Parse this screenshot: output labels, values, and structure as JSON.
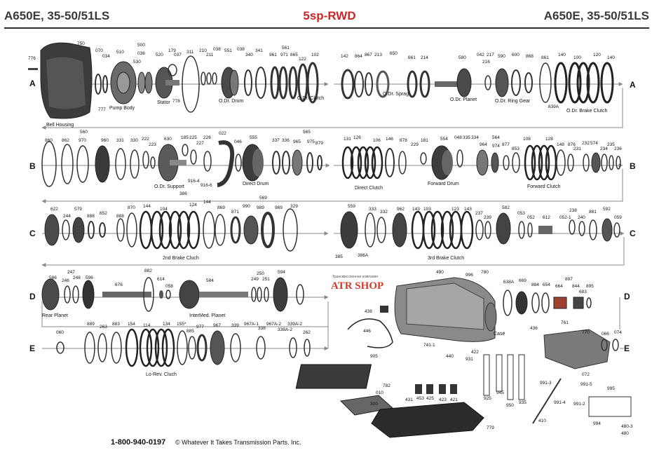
{
  "header": {
    "left_model": "A650E, 35-50/51LS",
    "center_type": "5sp-RWD",
    "right_model": "A650E, 35-50/51LS"
  },
  "row_labels": [
    "A",
    "B",
    "C",
    "D",
    "E"
  ],
  "footer": {
    "phone": "1-800-940-0197",
    "copyright": "© Whatever It Takes Transmission Parts. Inc."
  },
  "watermark": {
    "tagline": "Трансмиссионная компания",
    "brand": "ATR SHOP"
  },
  "colors": {
    "title_red": "#c8282a",
    "part_dark": "#333333",
    "arrow_gray": "#8a8a8a"
  },
  "row_a": {
    "part_numbers": [
      "776",
      "750",
      "070",
      "034",
      "510",
      "500",
      "036",
      "530",
      "520",
      "179",
      "037",
      "311",
      "210",
      "211",
      "038",
      "551",
      "038",
      "340",
      "341",
      "561",
      "961",
      "971",
      "865",
      "122",
      "102",
      "142",
      "864",
      "867",
      "213",
      "650",
      "661",
      "214",
      "580",
      "042",
      "216",
      "217",
      "590",
      "600",
      "868",
      "861",
      "140",
      "100",
      "120",
      "140",
      "777",
      "778",
      "639A"
    ],
    "group_labels": [
      "Bell Housing",
      "Pump Body",
      "Stator",
      "O.Dr. Drum",
      "O.Dr. Clutch",
      "O.Dr. Sprag",
      "O.Dr. Planet",
      "O.Dr. Ring Gear",
      "O.Dr. Brake Clutch"
    ]
  },
  "row_b": {
    "part_numbers": [
      "860",
      "862",
      "560",
      "970",
      "960",
      "331",
      "330",
      "222",
      "223",
      "630",
      "185",
      "225",
      "227",
      "226",
      "022",
      "046",
      "555",
      "337",
      "336",
      "565",
      "965",
      "975",
      "879",
      "916-4",
      "916-6",
      "386",
      "131",
      "126",
      "106",
      "146",
      "878",
      "229",
      "181",
      "554",
      "048",
      "335",
      "334",
      "564",
      "964",
      "974",
      "877",
      "853",
      "108",
      "128",
      "148",
      "876",
      "231",
      "232",
      "574",
      "234",
      "235",
      "236"
    ],
    "group_labels": [
      "O.Dr. Support",
      "Direct Drum",
      "Direct Clutch",
      "Forward Drum",
      "Forward Clutch"
    ]
  },
  "row_c": {
    "part_numbers": [
      "622",
      "244",
      "579",
      "888",
      "652",
      "888",
      "870",
      "144",
      "104",
      "124",
      "144",
      "869",
      "871",
      "990",
      "569",
      "989",
      "969",
      "329",
      "559",
      "333",
      "332",
      "962",
      "143",
      "103",
      "123",
      "143",
      "237",
      "239",
      "582",
      "053",
      "052",
      "612",
      "052-1",
      "238",
      "240",
      "881",
      "592",
      "059",
      "385",
      "386A"
    ],
    "group_labels": [
      "2nd Brake Cluch",
      "3rd Brake Clutch"
    ]
  },
  "row_d": {
    "part_numbers": [
      "586",
      "247",
      "246",
      "248",
      "596",
      "676",
      "882",
      "614",
      "058",
      "584",
      "250",
      "249",
      "251",
      "594",
      "490",
      "996",
      "780",
      "638A",
      "669",
      "884",
      "654",
      "664",
      "897",
      "844",
      "895",
      "683",
      "436",
      "761",
      "770",
      "066",
      "074"
    ],
    "group_labels": [
      "Rear Planet",
      "InterMed. Planet",
      "Case"
    ]
  },
  "row_e": {
    "part_numbers": [
      "060",
      "889",
      "263",
      "883",
      "154",
      "114",
      "134",
      "155*",
      "885",
      "977",
      "967",
      "339",
      "967A-1",
      "338",
      "967A-2",
      "339A-2",
      "338A-2",
      "262",
      "438",
      "446",
      "905",
      "741-1",
      "440",
      "422",
      "931",
      "925",
      "945",
      "950",
      "935",
      "782",
      "431",
      "453",
      "425",
      "423",
      "421",
      "010",
      "300",
      "779",
      "072",
      "991-3",
      "991-5",
      "991-4",
      "991-2",
      "995",
      "410",
      "994",
      "480-3",
      "480"
    ],
    "group_labels": [
      "Lo-Rev. Cluch"
    ]
  }
}
